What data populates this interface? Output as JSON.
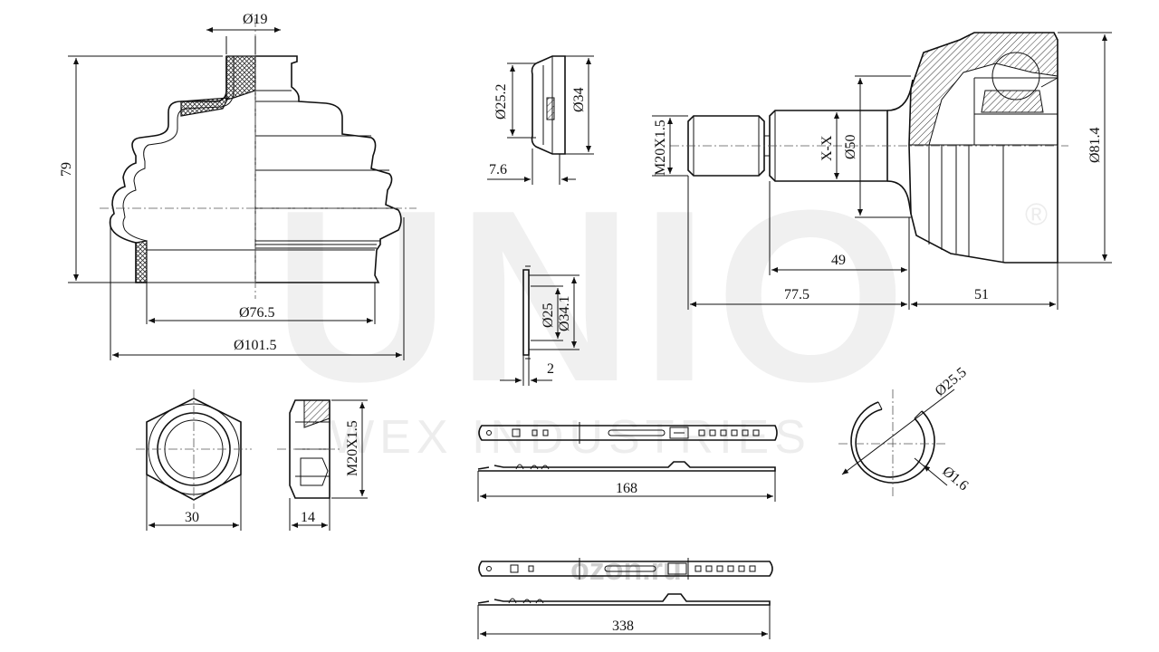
{
  "watermark": {
    "brand": "UNIO",
    "registered": "®",
    "tagline": "WEX INDUSTRIES",
    "site_logo": "ozon.ru"
  },
  "dimensions": {
    "boot_top_dia": "Ø19",
    "boot_height": "79",
    "boot_small_dia": "Ø76.5",
    "boot_large_dia": "Ø101.5",
    "cap_inner_dia": "Ø25.2",
    "cap_outer_dia": "Ø34",
    "cap_width": "7.6",
    "washer_inner_dia": "Ø25",
    "washer_outer_dia": "Ø34.1",
    "washer_thickness": "2",
    "thread": "M20X1.5",
    "section_mark": "X-X",
    "shaft_dia": "Ø50",
    "housing_dia": "Ø81.4",
    "spline_length": "49",
    "stem_length": "77.5",
    "housing_length": "51",
    "nut_width": "30",
    "nut_thread": "M20X1.5",
    "nut_height": "14",
    "clamp_small_length": "168",
    "clamp_large_length": "338",
    "circlip_dia": "Ø25.5",
    "circlip_wire": "Ø1.6"
  }
}
